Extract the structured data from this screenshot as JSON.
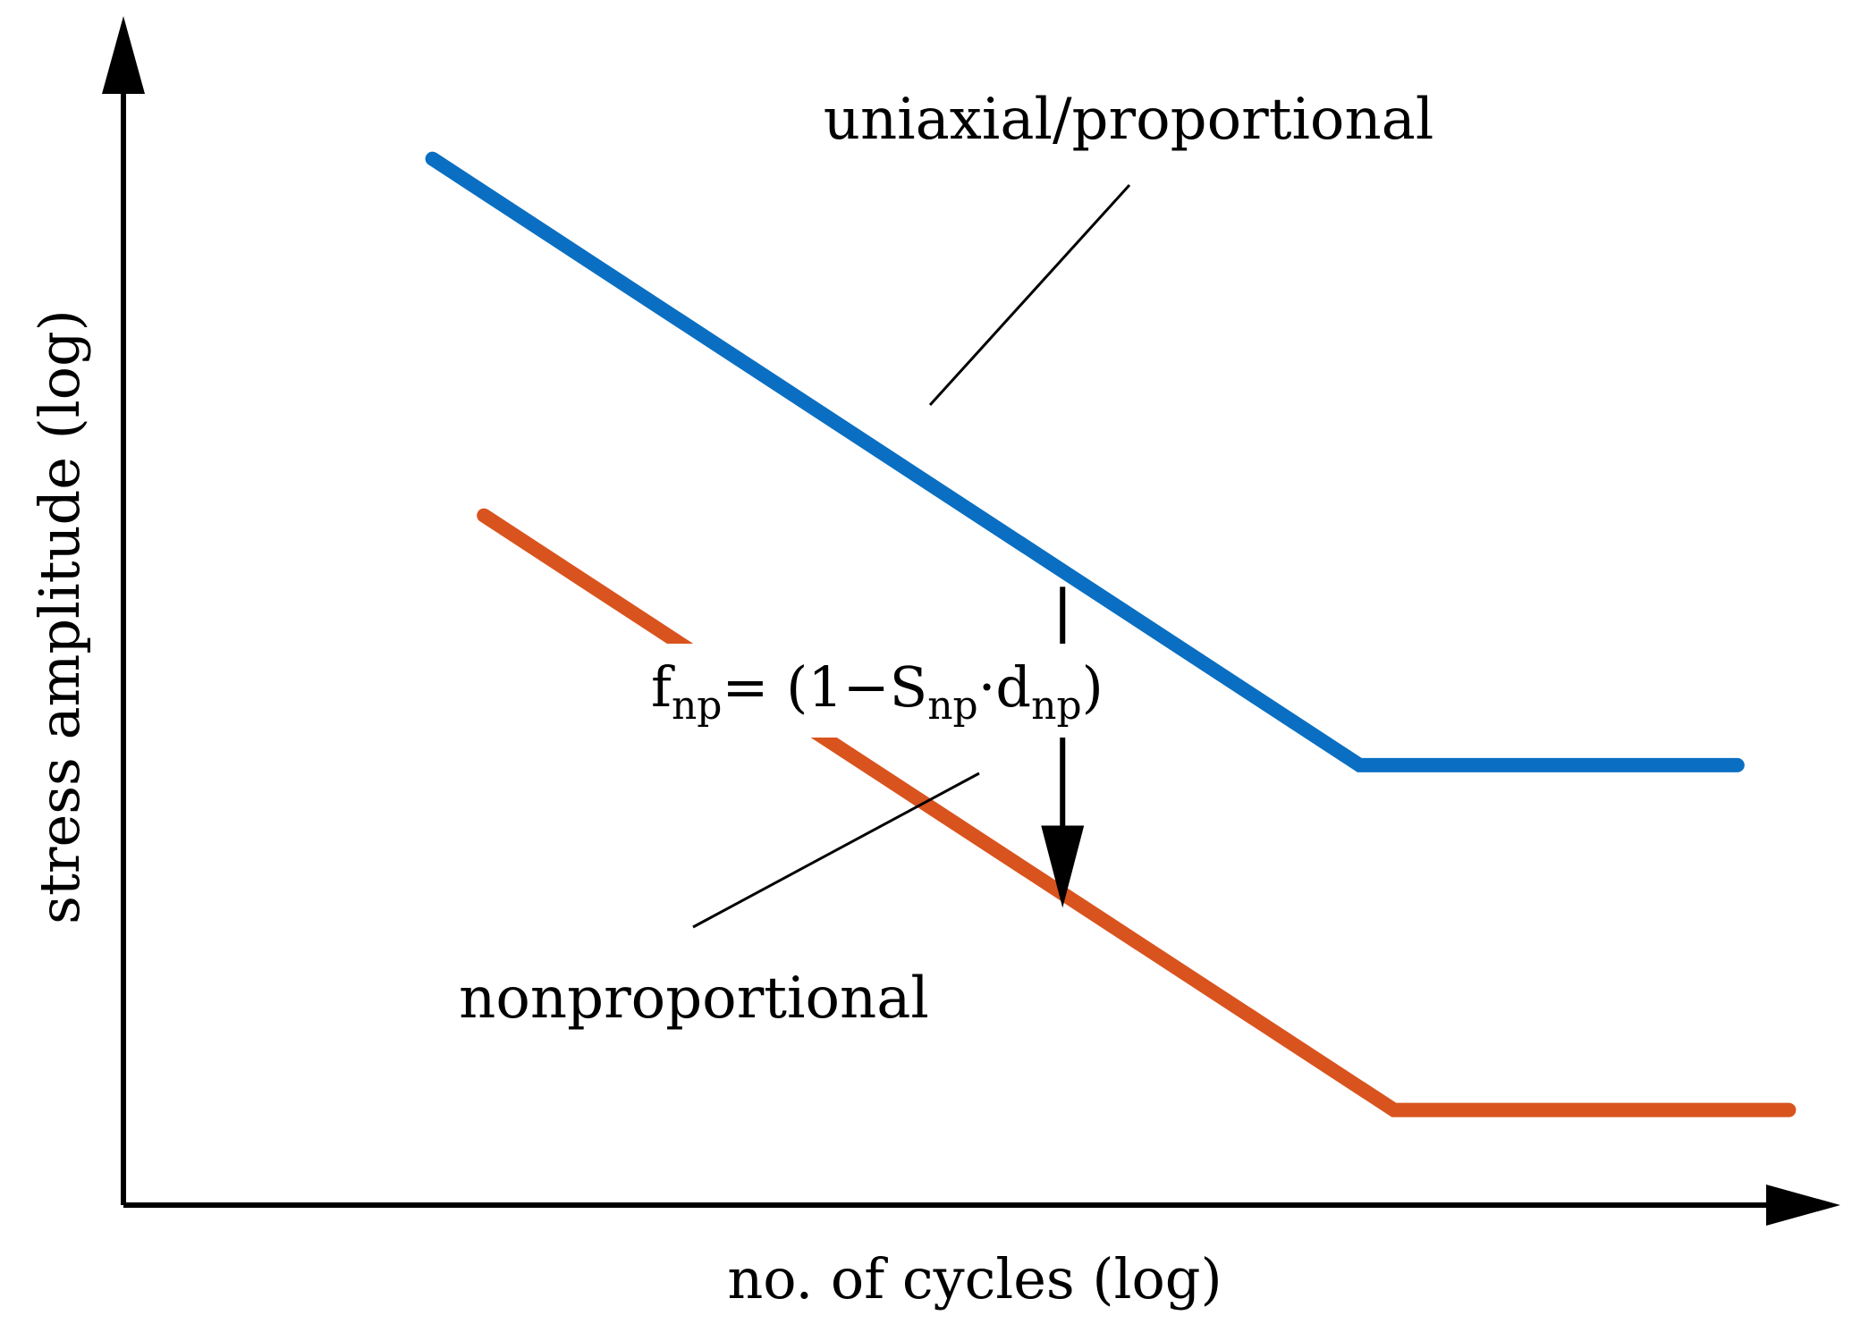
{
  "chart_data": {
    "type": "line",
    "title": "",
    "xlabel": "no. of cycles (log)",
    "ylabel": "stress amplitude (log)",
    "xscale": "log",
    "yscale": "log",
    "grid": false,
    "axis_ticks": "none",
    "series": [
      {
        "name": "uniaxial/proportional",
        "color": "#0a6fc2",
        "points": [
          [
            0.18,
            0.88
          ],
          [
            0.72,
            0.37
          ],
          [
            0.94,
            0.37
          ]
        ]
      },
      {
        "name": "nonproportional",
        "color": "#d9531e",
        "points": [
          [
            0.21,
            0.58
          ],
          [
            0.74,
            0.08
          ],
          [
            0.97,
            0.08
          ]
        ]
      }
    ],
    "annotations": {
      "formula": {
        "f": "f",
        "np1": "np",
        "eq": "= (1−S",
        "np2": "np",
        "dot": "·d",
        "np3": "np",
        "close": ")"
      },
      "reduction_arrow": {
        "x": 0.547,
        "y_from": 0.52,
        "y_to": 0.25
      }
    }
  }
}
